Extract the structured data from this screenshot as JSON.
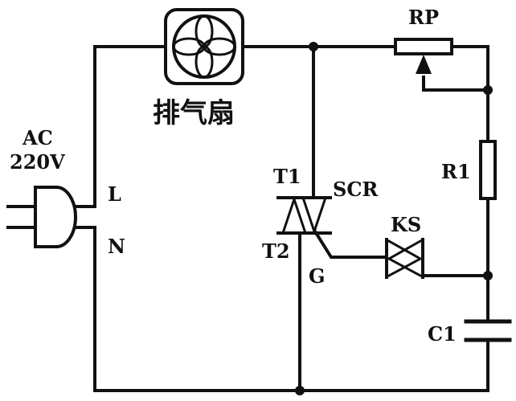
{
  "diagram": {
    "source": {
      "line1": "AC",
      "line2": "220V",
      "terminal_l": "L",
      "terminal_n": "N"
    },
    "fan": {
      "label": "排气扇"
    },
    "potentiometer": {
      "label": "RP"
    },
    "resistor": {
      "label": "R1"
    },
    "capacitor": {
      "label": "C1"
    },
    "scr": {
      "label": "SCR",
      "t1": "T1",
      "t2": "T2",
      "gate": "G"
    },
    "trigger": {
      "label": "KS"
    },
    "colors": {
      "wire": "#111111",
      "background": "#ffffff"
    }
  }
}
